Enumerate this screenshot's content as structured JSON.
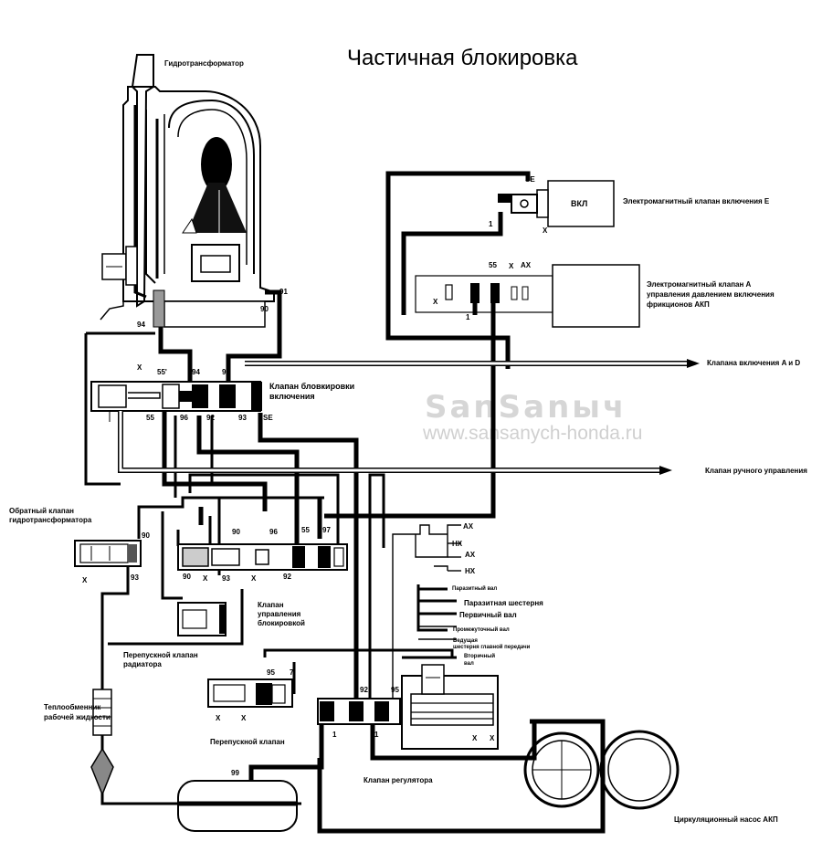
{
  "title": "Частичная блокировка",
  "watermark": {
    "brand": "SanSanыч",
    "url": "www.sansanych-honda.ru"
  },
  "labels": {
    "torque_converter": "Гидротрансформатор",
    "shift_solenoid_e": "Электромагнитный клапан включения E",
    "vkl": "ВКЛ",
    "solenoid_a_line1": "Электромагнитный клапан A",
    "solenoid_a_line2": "управления давлением включения",
    "solenoid_a_line3": "фрикционов АКП",
    "to_valves_a_d": "Клапана включения A и D",
    "lockup_shift_valve_line1": "Клапан бловкировки",
    "lockup_shift_valve_line2": "включения",
    "manual_valve": "Клапан ручного управления",
    "tc_check_valve_line1": "Обратный клапан",
    "tc_check_valve_line2": "гидротрансформатора",
    "lockup_control_valve_line1": "Клапан",
    "lockup_control_valve_line2": "управления",
    "lockup_control_valve_line3": "блокировкой",
    "cooler_relief_line1": "Перепускной клапан",
    "cooler_relief_line2": "радиатора",
    "heat_exchanger_line1": "Теплообменник",
    "heat_exchanger_line2": "рабочей жидкости",
    "relief_valve": "Перепускной клапан",
    "regulator_valve": "Клапан регулятора",
    "pump": "Циркуляционный насос АКП",
    "idler_shaft": "Паразитный вал",
    "idler_gear": "Паразитная шестерня",
    "mainshaft": "Первичный вал",
    "countershaft_small": "Промежуточный вал",
    "final_drive_line1": "Ведущая",
    "final_drive_line2": "шестерня главной передачи",
    "secondary_shaft_line1": "Вторичный",
    "secondary_shaft_line2": "вал"
  },
  "marks": {
    "se": "SE",
    "x": "X",
    "one": "1",
    "ax": "AX",
    "hx": "HX",
    "n55": "55",
    "n55p": "55'",
    "n90": "90",
    "n91": "91",
    "n92": "92",
    "n93": "93",
    "n94": "94",
    "n95": "95",
    "n96": "96",
    "n97": "97",
    "n99": "99",
    "n7": "7"
  }
}
